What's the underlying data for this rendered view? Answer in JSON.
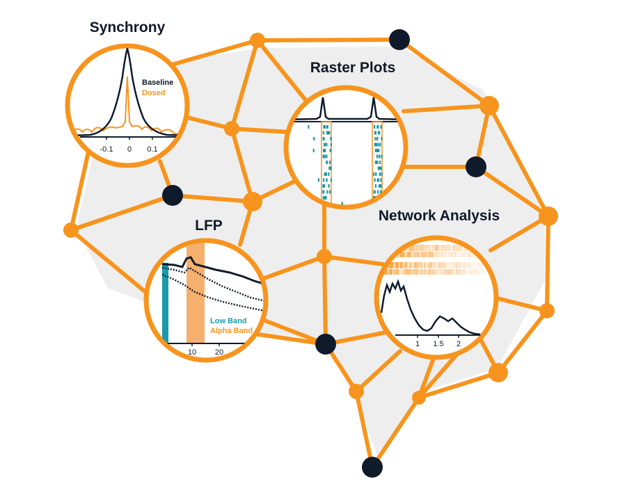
{
  "titles": {
    "synchrony": "Synchrony",
    "raster": "Raster Plots",
    "lfp": "LFP",
    "network": "Network Analysis"
  },
  "synchrony": {
    "legend": [
      "Baseline",
      "Dosed"
    ],
    "ticks": [
      "-0.1",
      "0",
      "0.1"
    ]
  },
  "lfp": {
    "legend": [
      "Low Band",
      "Alpha Band"
    ],
    "ticks": [
      "10",
      "20"
    ]
  },
  "network": {
    "ticks": [
      "1",
      "1.5",
      "2"
    ]
  },
  "colors": {
    "orange": "#F7941D",
    "navy": "#0F1B2A",
    "teal": "#1A9AAA",
    "light_gray": "#EEEEEE",
    "peach": "#F6B06E"
  }
}
